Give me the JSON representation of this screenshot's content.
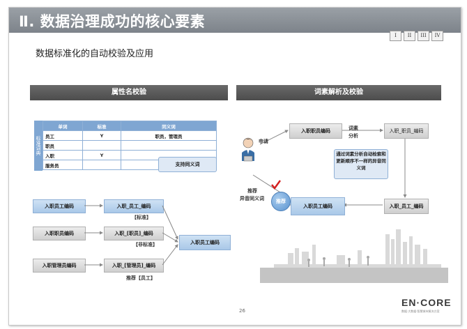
{
  "title": "Ⅱ. 数据治理成功的核心要素",
  "nav_buttons": [
    "I",
    "II",
    "III",
    "IV"
  ],
  "subtitle": "数据标准化的自动校验及应用",
  "left_section": {
    "header": "属性名校验",
    "side_label": "标准词典",
    "table": {
      "headers": [
        "单词",
        "标准",
        "同义词"
      ],
      "rows": [
        [
          "员工",
          "Y",
          "职员，管理员"
        ],
        [
          "职员",
          "",
          ""
        ],
        [
          "入职",
          "Y",
          ""
        ],
        [
          "服务员",
          "",
          ""
        ]
      ]
    },
    "callout": "支持同义词",
    "flows": [
      {
        "source": "入职员工编码",
        "target": "入职_员工_编码",
        "note": "【标准】"
      },
      {
        "source": "入职职员编码",
        "target": "入职_[职员]_编码",
        "note": "【非标准】"
      },
      {
        "source": "入职管理员编码",
        "target": "入职_[管理员]_编码",
        "note": "推荐【员工】"
      }
    ],
    "result": "入职员工编码"
  },
  "right_section": {
    "header": "词素解析及校验",
    "apply_label": "申请",
    "box_top_left": "入职职员编码",
    "morpheme_label_1": "词素",
    "morpheme_label_2": "分析",
    "box_top_right": "入职_职员_编码",
    "callout": "通过词素分析自动检索和更新顺序不一样的异音同义词",
    "box_mid_right": "入职_员工_编码",
    "recommend_label_1": "推荐",
    "recommend_label_2": "异音同义词",
    "circle_label": "推荐",
    "box_bottom": "入职员工编码"
  },
  "footer": {
    "page_number": "26",
    "logo": "EN·CORE",
    "logo_sub": "数据·大数据·智慧城市解决方案"
  }
}
